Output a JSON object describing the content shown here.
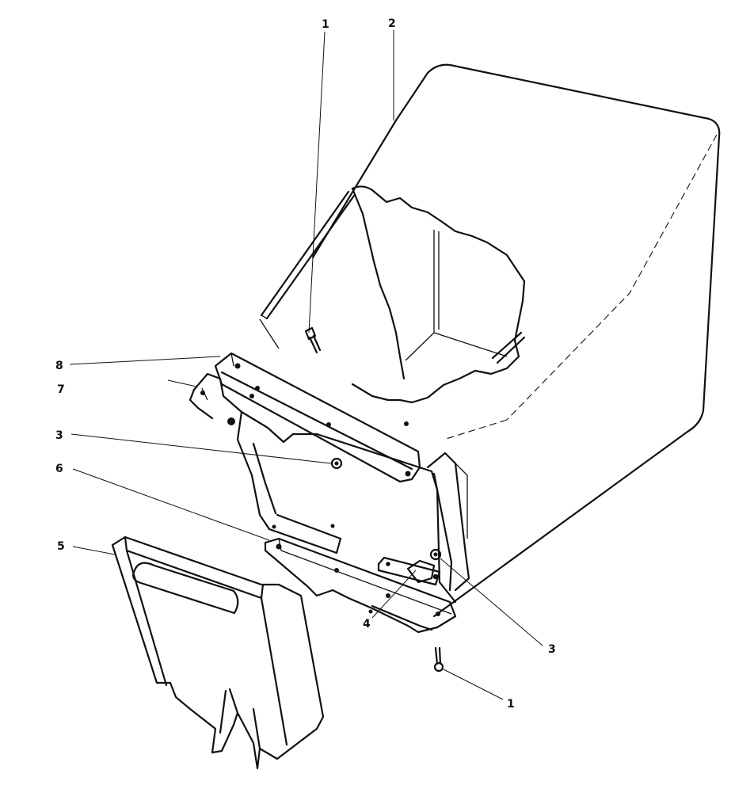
{
  "callouts": [
    {
      "id": "c1a",
      "label": "1"
    },
    {
      "id": "c2",
      "label": "2"
    },
    {
      "id": "c8",
      "label": "8"
    },
    {
      "id": "c7",
      "label": "7"
    },
    {
      "id": "c3a",
      "label": "3"
    },
    {
      "id": "c6",
      "label": "6"
    },
    {
      "id": "c5",
      "label": "5"
    },
    {
      "id": "c4",
      "label": "4"
    },
    {
      "id": "c3b",
      "label": "3"
    },
    {
      "id": "c1b",
      "label": "1"
    }
  ]
}
